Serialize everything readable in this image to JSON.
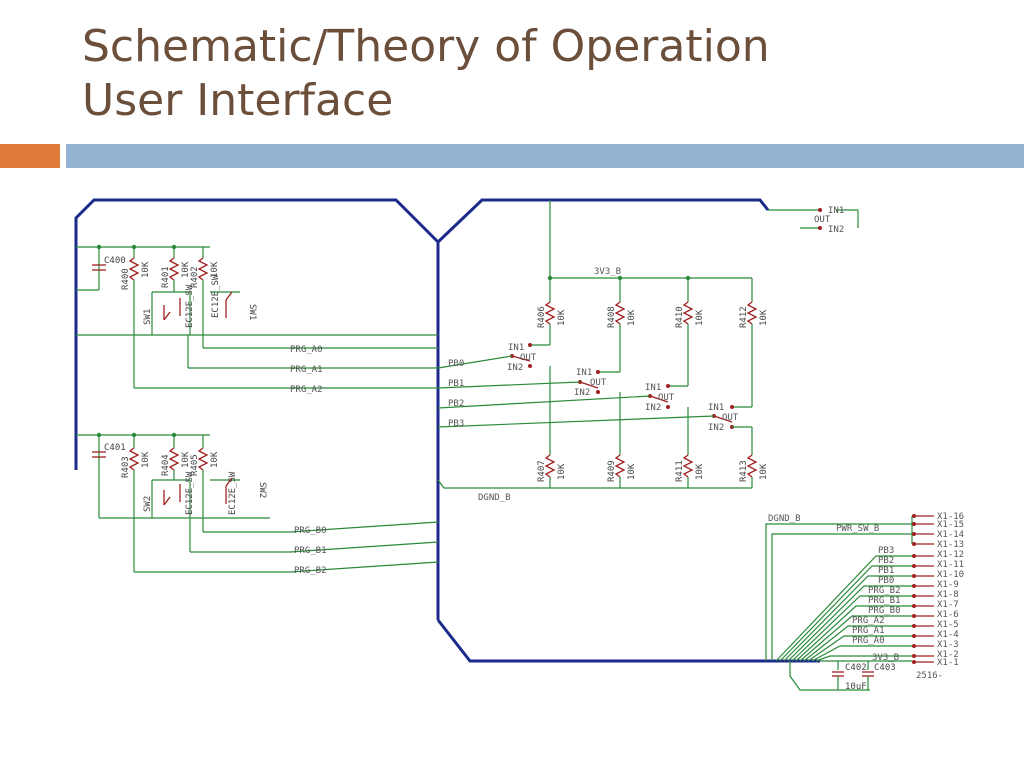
{
  "slide": {
    "title_line1": "Schematic/Theory of Operation",
    "title_line2": "User Interface"
  },
  "colors": {
    "title": "#6b4f3a",
    "accent_bar": "#e07b39",
    "divider_bar": "#92b4d2",
    "bus": "#1c2a8c",
    "wire": "#2a8a3a",
    "part": "#a02020"
  },
  "schematic": {
    "capacitors": [
      "C400",
      "C401",
      "C402",
      "C403"
    ],
    "cap_value": "10uF",
    "resistors_left_top": [
      "R400",
      "R401",
      "R402"
    ],
    "resistors_left_bottom": [
      "R403",
      "R404",
      "R405"
    ],
    "resistors_right_top": [
      "R406",
      "R408",
      "R410",
      "R412"
    ],
    "resistors_right_bottom": [
      "R407",
      "R409",
      "R411",
      "R413"
    ],
    "resistor_value": "10K",
    "switches": [
      "SW1",
      "SW2"
    ],
    "switch_part": "EC12E_SW",
    "net_prg_a": [
      "PRG_A0",
      "PRG_A1",
      "PRG_A2"
    ],
    "net_prg_b": [
      "PRG_B0",
      "PRG_B1",
      "PRG_B2"
    ],
    "net_pb": [
      "PB0",
      "PB1",
      "PB2",
      "PB3"
    ],
    "rail_3v3": "3V3_B",
    "rail_gnd": "DGND_B",
    "power_switch": "PWR_SW_B",
    "mux_in1": "IN1",
    "mux_in2": "IN2",
    "mux_out": "OUT",
    "connector_pins": [
      "X1-16",
      "X1-15",
      "X1-14",
      "X1-13",
      "X1-12",
      "X1-11",
      "X1-10",
      "X1-9",
      "X1-8",
      "X1-7",
      "X1-6",
      "X1-5",
      "X1-4",
      "X1-3",
      "X1-2",
      "X1-1"
    ],
    "connector_nets": [
      "PB3",
      "PB2",
      "PB1",
      "PB0",
      "PRG_B2",
      "PRG_B1",
      "PRG_B0",
      "PRG_A2",
      "PRG_A1",
      "PRG_A0",
      "3V3_B"
    ],
    "connector_part": "2516-"
  }
}
